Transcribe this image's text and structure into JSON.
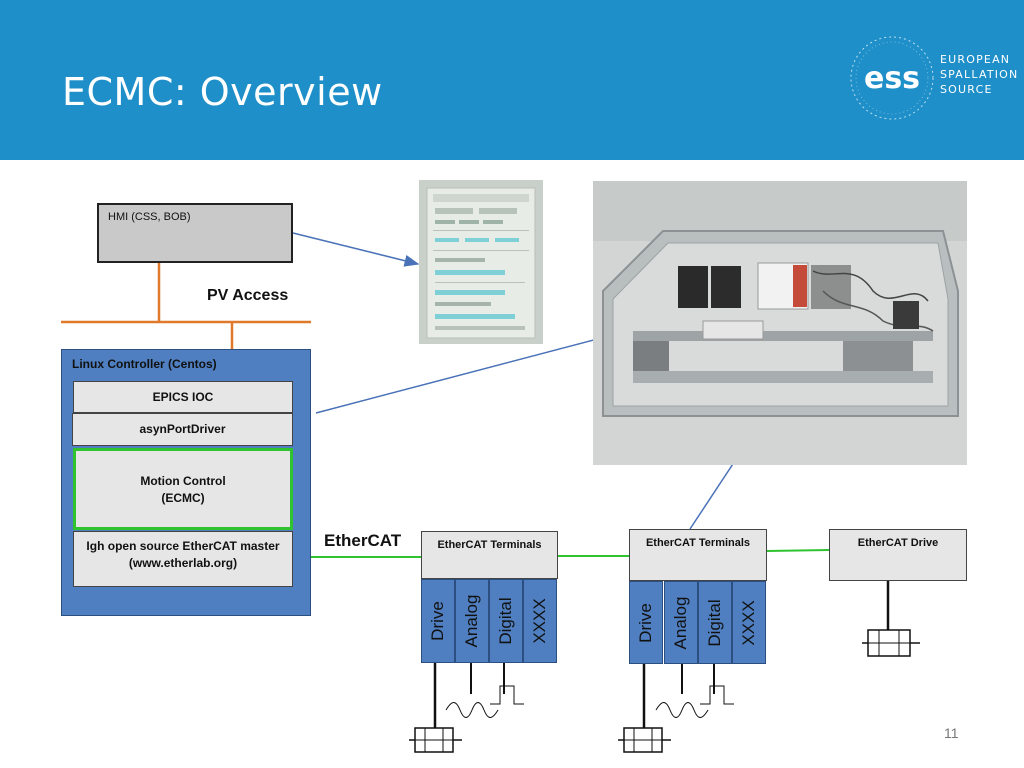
{
  "header": {
    "title": "ECMC: Overview",
    "logo": {
      "mark": "ess",
      "lines": [
        "EUROPEAN",
        "SPALLATION",
        "SOURCE"
      ]
    },
    "background_color": "#1e8fc8"
  },
  "diagram": {
    "hmi_label": "HMI (CSS, BOB)",
    "pv_access_label": "PV Access",
    "linux_controller_label": "Linux Controller (Centos)",
    "epics_ioc_label": "EPICS IOC",
    "asyn_label": "asynPortDriver",
    "motion_control_lines": [
      "Motion Control",
      "(ECMC)"
    ],
    "igh_lines": [
      "Igh open source EtherCAT master",
      "(www.etherlab.org)"
    ],
    "ethercat_label": "EtherCAT",
    "terminal_group_1": {
      "label": "EtherCAT Terminals",
      "slots": [
        "Drive",
        "Analog",
        "Digital",
        "XXXX"
      ]
    },
    "terminal_group_2": {
      "label": "EtherCAT Terminals",
      "slots": [
        "Drive",
        "Analog",
        "Digital",
        "XXXX"
      ]
    },
    "ethercat_drive_label": "EtherCAT Drive"
  },
  "colors": {
    "bus_line": "#2fc42f",
    "pv_line": "#e07a2a",
    "arrow": "#4a72b8",
    "controller": "#4f7fc0"
  },
  "page_number": "11"
}
